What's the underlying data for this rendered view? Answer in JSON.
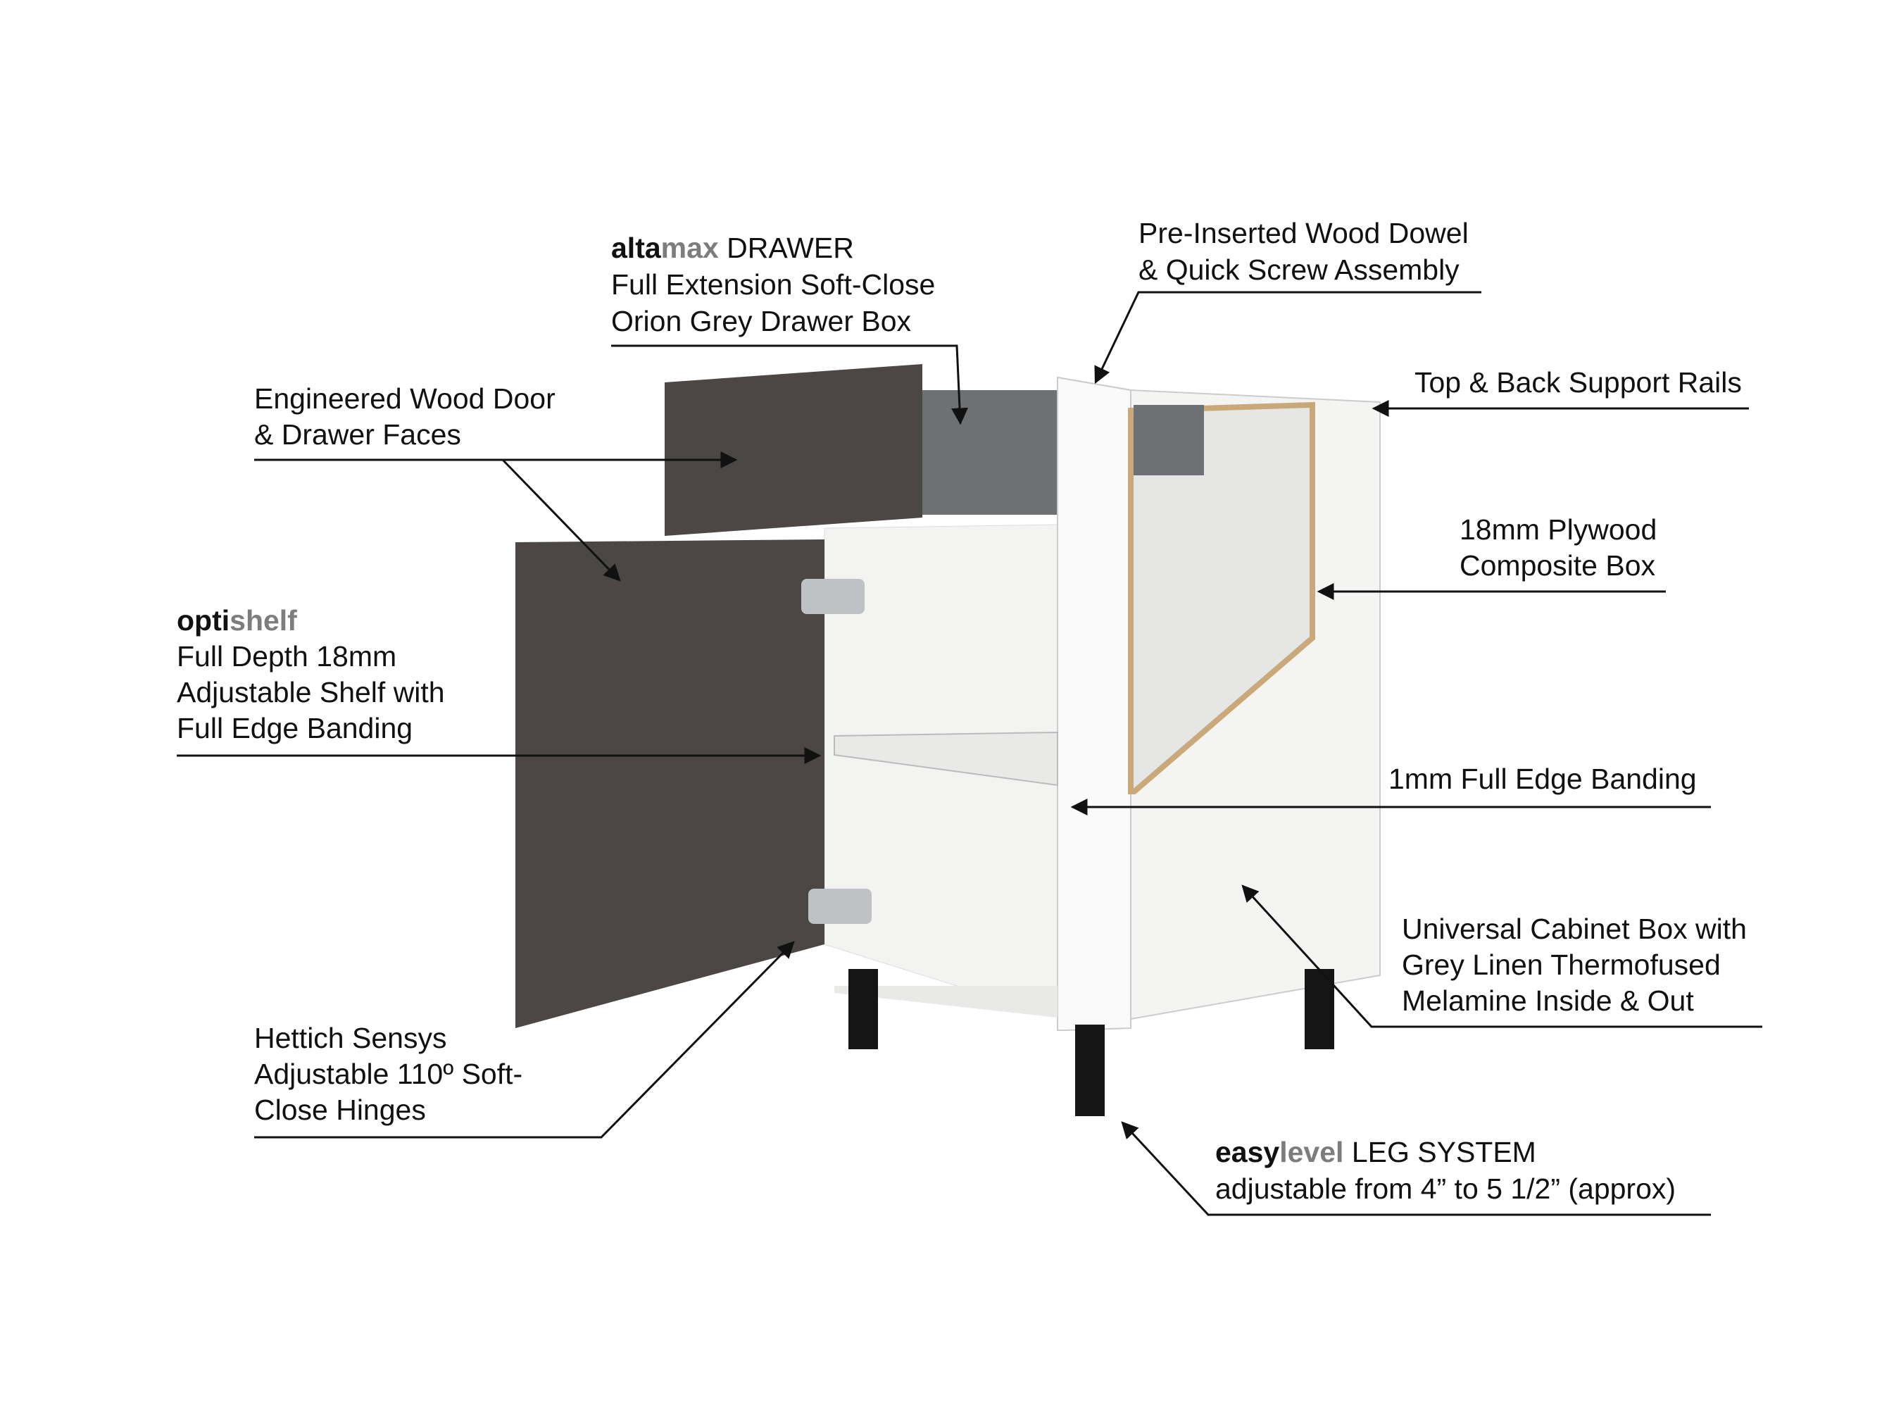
{
  "callouts": {
    "drawer": {
      "brand_bold": "alta",
      "brand_grey": "max",
      "line1_rest": " DRAWER",
      "line2": "Full Extension Soft-Close",
      "line3": "Orion Grey Drawer Box"
    },
    "dowel": {
      "line1": "Pre-Inserted Wood Dowel",
      "line2": "& Quick Screw Assembly"
    },
    "door": {
      "line1": "Engineered Wood Door",
      "line2": "& Drawer Faces"
    },
    "rails": {
      "line1": "Top & Back Support Rails"
    },
    "plywood": {
      "line1": "18mm Plywood",
      "line2": "Composite Box"
    },
    "shelf": {
      "brand_bold": "opti",
      "brand_grey": "shelf",
      "line2": "Full Depth 18mm",
      "line3": "Adjustable Shelf with",
      "line4": "Full Edge Banding"
    },
    "banding": {
      "line1": "1mm Full Edge Banding"
    },
    "box": {
      "line1": "Universal Cabinet Box with",
      "line2": "Grey Linen Thermofused",
      "line3": "Melamine Inside & Out"
    },
    "hinges": {
      "line1": "Hettich Sensys",
      "line2": "Adjustable 110º Soft-",
      "line3": "Close Hinges"
    },
    "legs": {
      "brand_bold": "easy",
      "brand_grey": "level",
      "line1_rest": " LEG SYSTEM",
      "line2": "adjustable from 4” to 5 1/2” (approx)"
    }
  },
  "colors": {
    "door": "#4c4745",
    "drawer_box": "#6e7174",
    "carcass": "#f1f1f0",
    "legs": "#151515",
    "brand_grey": "#7d7d7d"
  }
}
